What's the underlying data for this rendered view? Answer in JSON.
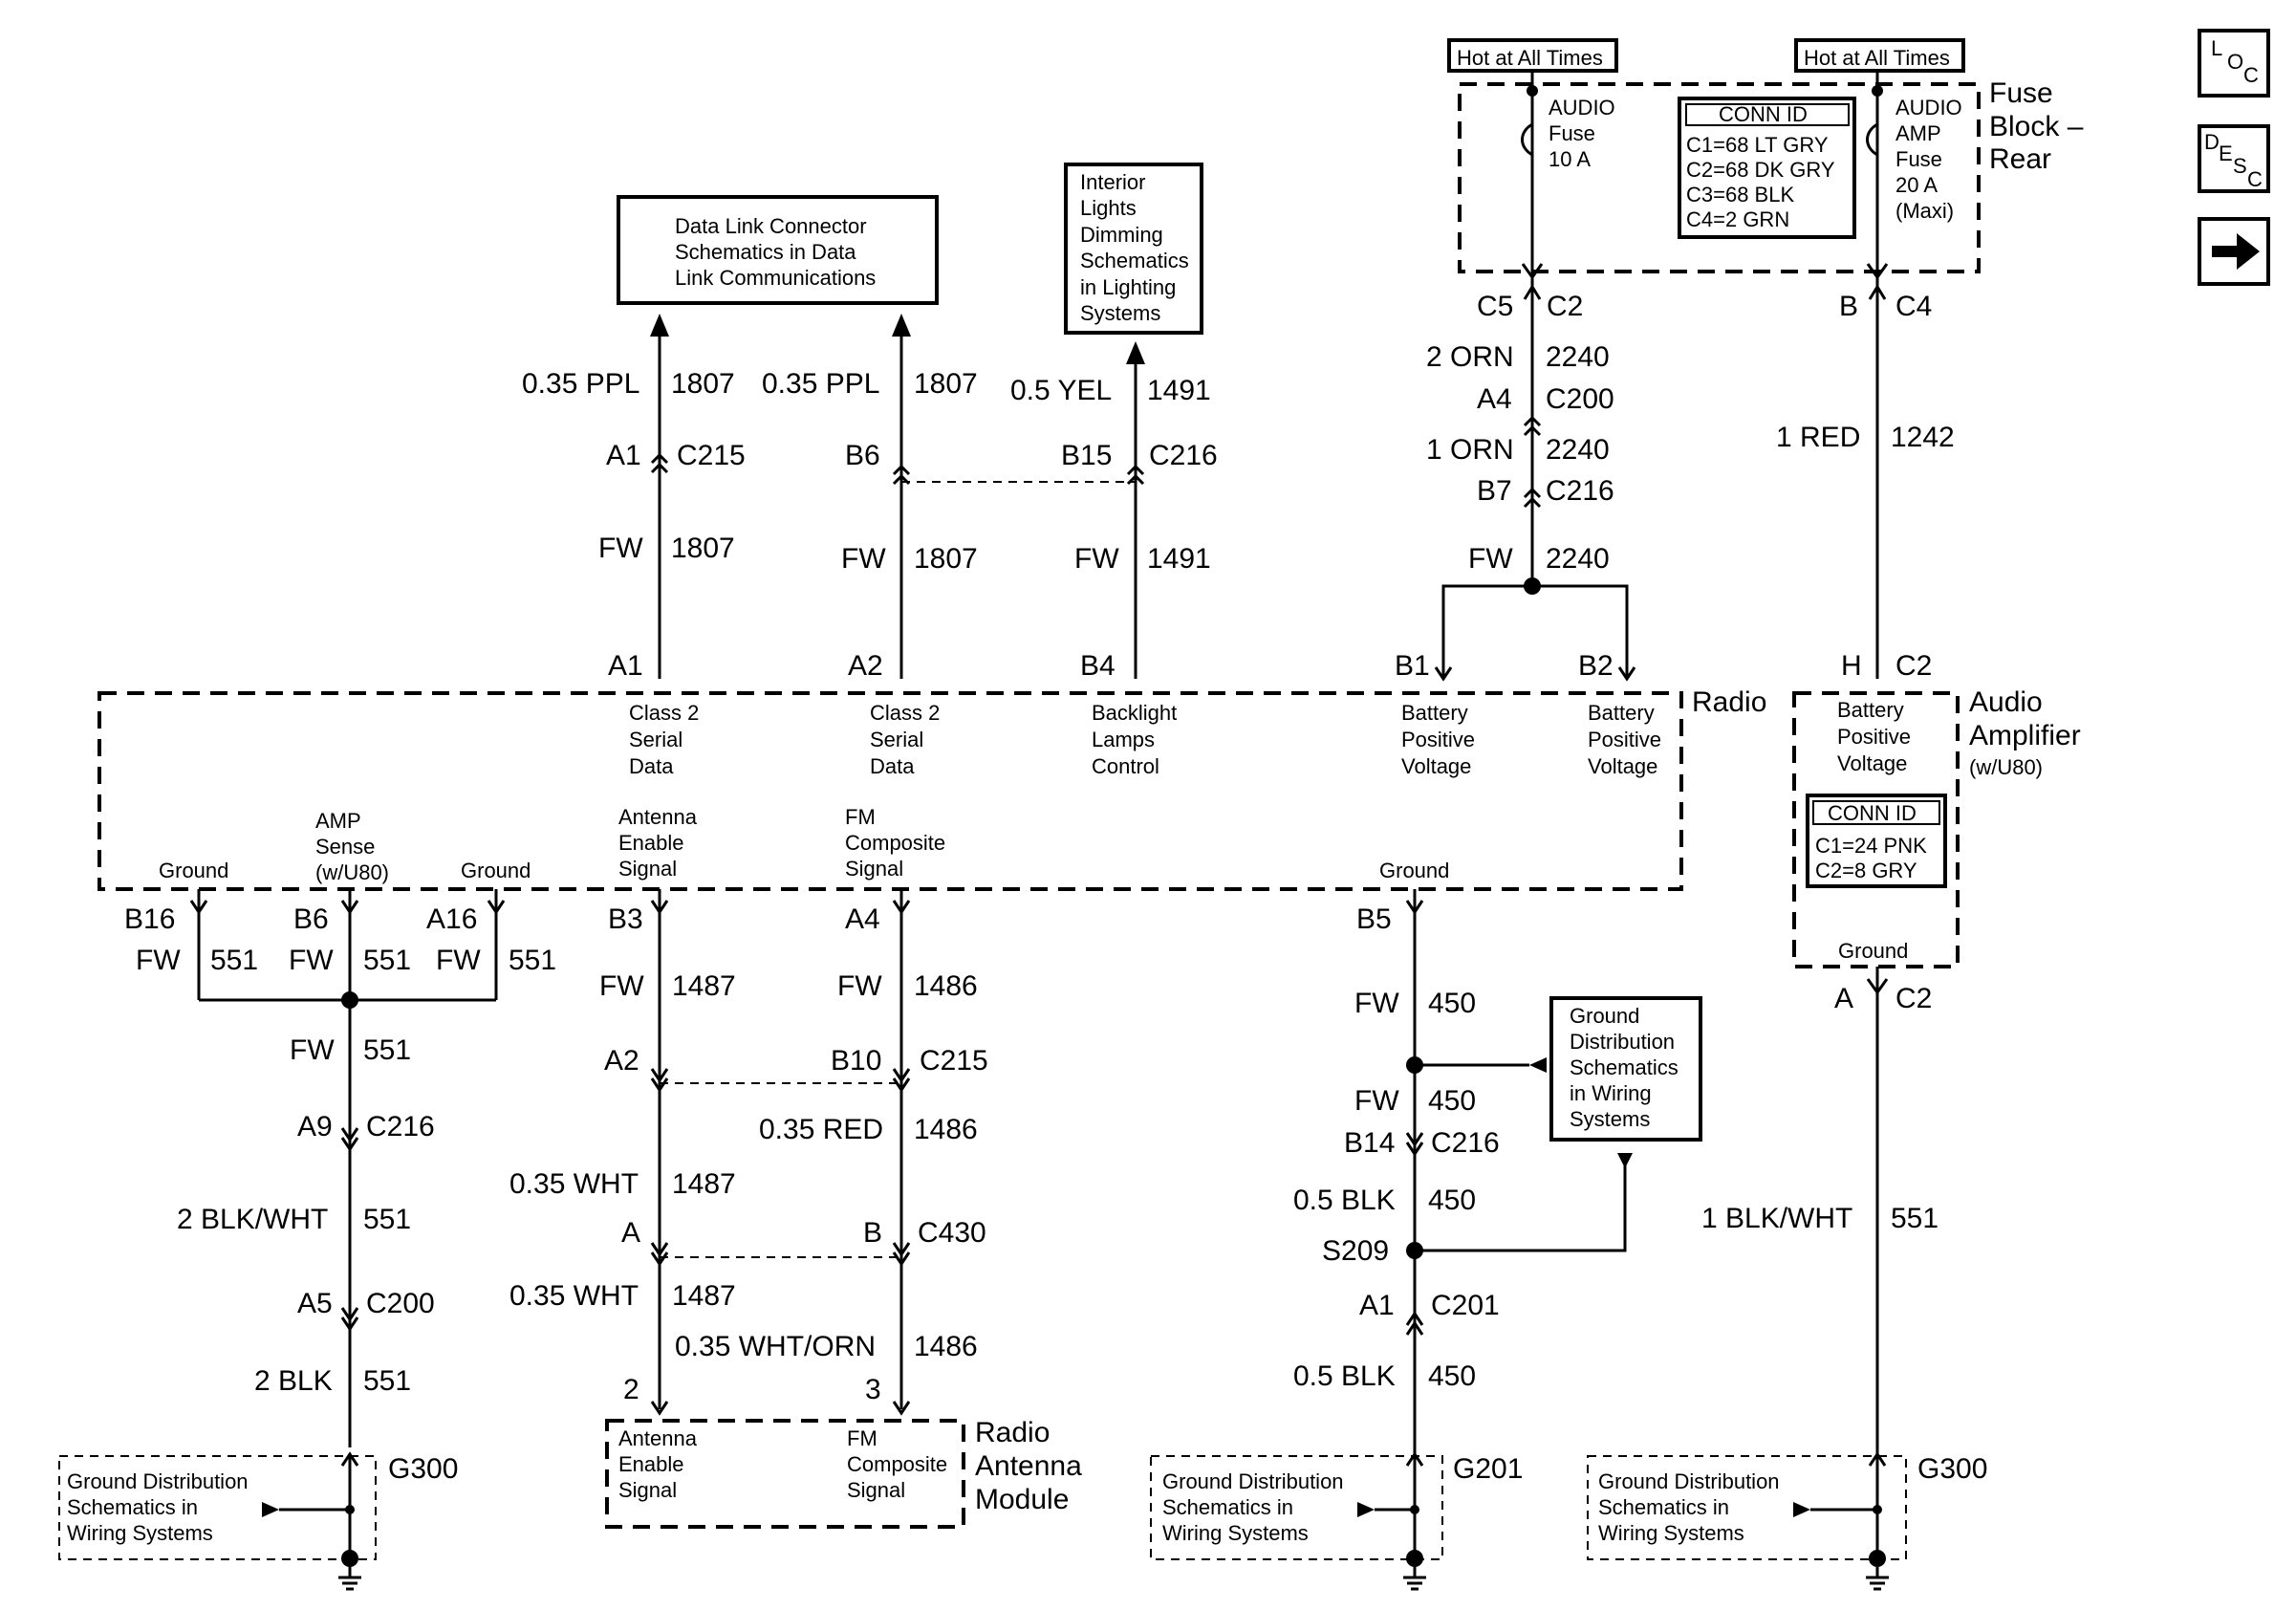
{
  "nav": {
    "loc": "LOC",
    "desc": "DESC",
    "next": "→"
  },
  "hot_left": "Hot at All Times",
  "hot_right": "Hot at All Times",
  "fuse_block": {
    "line1": "Fuse",
    "line2": "Block –",
    "line3": "Rear"
  },
  "audio_fuse": {
    "l1": "AUDIO",
    "l2": "Fuse",
    "l3": "10 A"
  },
  "amp_fuse": {
    "l1": "AUDIO",
    "l2": "AMP",
    "l3": "Fuse",
    "l4": "20 A",
    "l5": "(Maxi)"
  },
  "fuse_conn": {
    "title": "CONN ID",
    "c1": "C1=68 LT GRY",
    "c2": "C2=68 DK GRY",
    "c3": "C3=68 BLK",
    "c4": "C4=2 GRN"
  },
  "dlc_ref": {
    "l1": "Data Link Connector",
    "l2": "Schematics in Data",
    "l3": "Link Communications"
  },
  "lights_ref": {
    "l1": "Interior",
    "l2": "Lights",
    "l3": "Dimming",
    "l4": "Schematics",
    "l5": "in Lighting",
    "l6": "Systems"
  },
  "radio": {
    "name": "Radio",
    "a1_label": "A1",
    "a2_label": "A2",
    "b4_label": "B4",
    "b1_label": "B1",
    "b2_label": "B2",
    "class2_a": [
      "Class 2",
      "Serial",
      "Data"
    ],
    "class2_b": [
      "Class 2",
      "Serial",
      "Data"
    ],
    "backlight": [
      "Backlight",
      "Lamps",
      "Control"
    ],
    "batt1": [
      "Battery",
      "Positive",
      "Voltage"
    ],
    "batt2": [
      "Battery",
      "Positive",
      "Voltage"
    ],
    "ground1": "Ground",
    "amp_sense": [
      "AMP",
      "Sense",
      "(w/U80)"
    ],
    "ground2": "Ground",
    "ant_enable": [
      "Antenna",
      "Enable",
      "Signal"
    ],
    "fm_comp": [
      "FM",
      "Composite",
      "Signal"
    ],
    "ground3": "Ground"
  },
  "amp": {
    "name1": "Audio",
    "name2": "Amplifier",
    "name3": "(w/U80)",
    "batt": [
      "Battery",
      "Positive",
      "Voltage"
    ],
    "conn_title": "CONN ID",
    "c1": "C1=24 PNK",
    "c2": "C2=8 GRY",
    "ground": "Ground"
  },
  "antenna_module": {
    "name1": "Radio",
    "name2": "Antenna",
    "name3": "Module",
    "pin_a": [
      "Antenna",
      "Enable",
      "Signal"
    ],
    "pin_b": [
      "FM",
      "Composite",
      "Signal"
    ]
  },
  "gnd_ref": {
    "l1": "Ground Distribution",
    "l2": "Schematics in",
    "l3": "Wiring Systems"
  },
  "gnd_ref2": {
    "l1": "Ground",
    "l2": "Distribution",
    "l3": "Schematics",
    "l4": "in Wiring",
    "l5": "Systems"
  },
  "wires": {
    "w1_top": "0.35 PPL",
    "c1_top": "1807",
    "w2_top": "0.35 PPL",
    "c2_top": "1807",
    "w3_top": "0.5 YEL",
    "c3_top": "1491",
    "a1": "A1",
    "c215a": "C215",
    "b6": "B6",
    "b15": "B15",
    "c216a": "C216",
    "fw1": "FW",
    "n1807a": "1807",
    "fw2": "FW",
    "n1807b": "1807",
    "fw3": "FW",
    "n1491": "1491",
    "c5": "C5",
    "c2a": "C2",
    "orn2": "2 ORN",
    "n2240a": "2240",
    "a4": "A4",
    "c200a": "C200",
    "orn1": "1 ORN",
    "n2240b": "2240",
    "b7": "B7",
    "c216b": "C216",
    "fw4": "FW",
    "n2240c": "2240",
    "b": "B",
    "c4": "C4",
    "red1": "1 RED",
    "n1242": "1242",
    "h": "H",
    "c2b": "C2",
    "b16": "B16",
    "b6b": "B6",
    "a16": "A16",
    "fw5": "FW",
    "n551a": "551",
    "fw6": "FW",
    "n551b": "551",
    "fw7": "FW",
    "n551c": "551",
    "fw8": "FW",
    "n551d": "551",
    "a9": "A9",
    "c216c": "C216",
    "blkwht2": "2 BLK/WHT",
    "n551e": "551",
    "a5": "A5",
    "c200b": "C200",
    "blk2": "2 BLK",
    "n551f": "551",
    "g300a": "G300",
    "b3": "B3",
    "fw9": "FW",
    "n1487a": "1487",
    "a4b": "A4",
    "fw10": "FW",
    "n1486a": "1486",
    "a2": "A2",
    "b10": "B10",
    "c215b": "C215",
    "red035": "0.35 RED",
    "n1486b": "1486",
    "wht035": "0.35 WHT",
    "n1487b": "1487",
    "pa": "A",
    "pb": "B",
    "c430": "C430",
    "wht035b": "0.35 WHT",
    "n1487c": "1487",
    "whtorn": "0.35 WHT/ORN",
    "n1486c": "1486",
    "p2": "2",
    "p3": "3",
    "b5": "B5",
    "fw11": "FW",
    "n450a": "450",
    "fw12": "FW",
    "n450b": "450",
    "b14": "B14",
    "c216d": "C216",
    "blk05": "0.5 BLK",
    "n450c": "450",
    "s209": "S209",
    "a1b": "A1",
    "c201": "C201",
    "blk05b": "0.5 BLK",
    "n450d": "450",
    "g201": "G201",
    "pa2": "A",
    "c2c": "C2",
    "blkwht1": "1 BLK/WHT",
    "n551g": "551",
    "g300b": "G300"
  }
}
